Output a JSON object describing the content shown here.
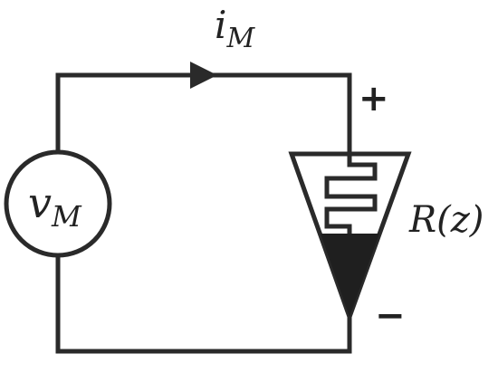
{
  "labels": {
    "current": {
      "main": "i",
      "sub": "M"
    },
    "source": {
      "main": "v",
      "sub": "M"
    },
    "resistance": "R(z)",
    "plus": "+",
    "minus": "−"
  },
  "colors": {
    "wire": "#2a2a2a",
    "fill": "#1f1f1f",
    "background": "#ffffff"
  }
}
